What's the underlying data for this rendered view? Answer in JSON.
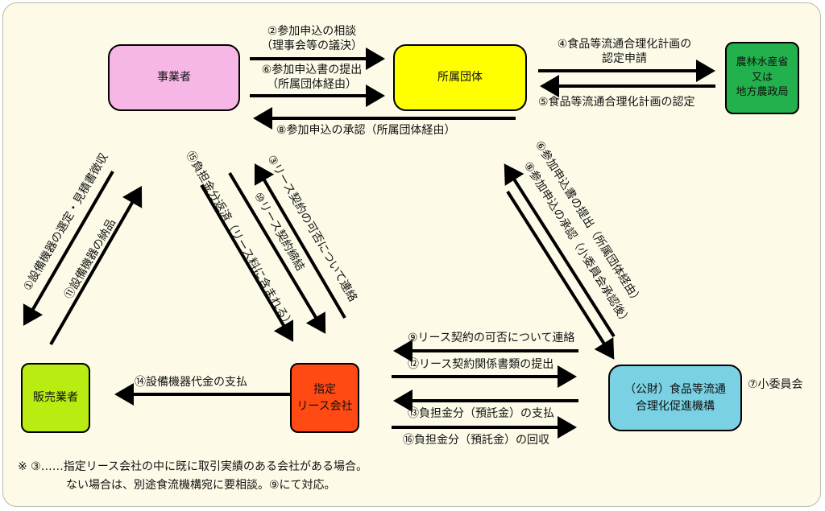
{
  "nodes": {
    "business": {
      "label": "事業者",
      "color": "#f6b7e6"
    },
    "group": {
      "label": "所属団体",
      "color": "#ffff00"
    },
    "ministry": {
      "label": "農林水産省\n又は\n地方農政局",
      "color": "#22b14c"
    },
    "seller": {
      "label": "販売業者",
      "color": "#b9ec10"
    },
    "lease": {
      "label": "指定\nリース会社",
      "color": "#ff4a14"
    },
    "foundation": {
      "label": "（公財）食品等流通\n合理化促進機構",
      "color": "#79d1e3"
    }
  },
  "labels": {
    "l2": "②参加申込の相談\n（理事会等の議決）",
    "l6a": "⑥参加申込書の提出\n（所属団体経由）",
    "l8a": "⑧参加申込の承認（所属団体経由）",
    "l4": "④食品等流通合理化計画の\n認定申請",
    "l5": "⑤食品等流通合理化計画の認定",
    "l1": "①設備機器の選定・見積書徴収",
    "l11": "⑪設備機器の納品",
    "l15": "⑮負担金分返済（リース料に含まれる）",
    "l3": "③リース契約の可否について連絡",
    "l10": "⑩リース契約締結",
    "l6b": "⑥参加申込書の提出（所属団体経由）",
    "l8b": "⑧参加申込の承認（小委員会承認後）",
    "l9": "⑨リース契約の可否について連絡",
    "l12": "⑫リース契約関係書類の提出",
    "l13": "⑬負担金分（預託金）の支払",
    "l16": "⑯負担金分（預託金）の回収",
    "l14": "⑭設備機器代金の支払",
    "l7": "⑦小委員会"
  },
  "note": {
    "line1": "※ ③……指定リース会社の中に既に取引実績のある会社がある場合。",
    "line2": "ない場合は、別途食流機構宛に要相談。⑨にて対応。"
  },
  "colors": {
    "background": "#fdfbe8",
    "arrow": "#000000"
  }
}
